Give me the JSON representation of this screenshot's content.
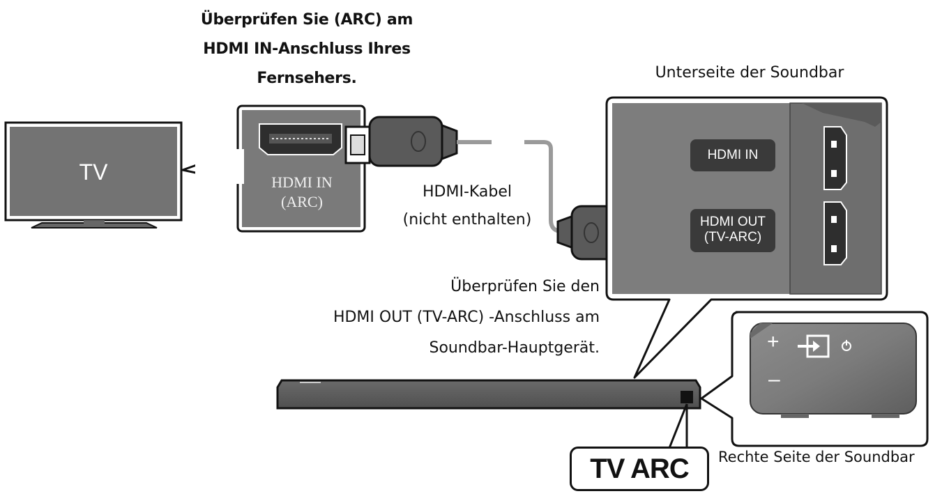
{
  "labels": {
    "top_line1": "Überprüfen Sie (ARC) am",
    "top_line2": "HDMI IN-Anschluss Ihres",
    "top_line3": "Fernsehers.",
    "tv": "TV",
    "tv_port_line1": "HDMI IN",
    "tv_port_line2": "(ARC)",
    "cable_line1": "HDMI-Kabel",
    "cable_line2": "(nicht enthalten)",
    "underside_title": "Unterseite der Soundbar",
    "port_hdmi_in": "HDMI IN",
    "port_hdmi_out_line1": "HDMI OUT",
    "port_hdmi_out_line2": "(TV-ARC)",
    "check_out_line1": "Überprüfen Sie den",
    "check_out_line2": "HDMI OUT (TV-ARC) -Anschluss am",
    "check_out_line3": "Soundbar-Hauptgerät.",
    "right_side_title": "Rechte Seite der Soundbar",
    "tv_arc_indicator": "TV ARC",
    "plus_symbol": "+",
    "minus_symbol": "–"
  },
  "colors": {
    "panel_gray": "#7a7a7a",
    "dark": "#2e2e2e",
    "outline": "#1a1a1a",
    "cable": "#9a9a9a"
  }
}
